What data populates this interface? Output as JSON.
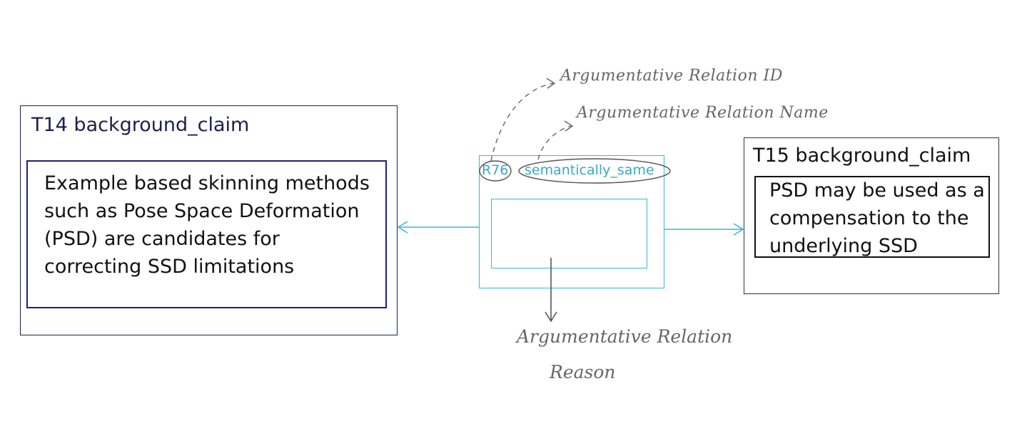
{
  "source_node": {
    "title": "T14 background_claim",
    "text": "Example based skinning methods such as Pose Space Deformation (PSD) are candidates for correcting SSD limitations"
  },
  "target_node": {
    "title": "T15 background_claim",
    "text": "PSD may be used as a compensation to the underlying SSD"
  },
  "relation": {
    "id": "R76",
    "name": "semantically_same",
    "reason": ""
  },
  "annotations": {
    "relation_id_note": "Argumentative Relation ID",
    "relation_name_note": "Argumentative Relation Name",
    "relation_reason_note_line1": "Argumentative Relation",
    "relation_reason_note_line2": "Reason"
  },
  "colors": {
    "source_node_border": "#1c1f4e",
    "source_node_inner_border": "#1f2170",
    "relation_border": "#3bb6d3",
    "relation_text": "#3aa9c6",
    "target_node_border": "#333333",
    "annotation_ink": "#666666"
  }
}
